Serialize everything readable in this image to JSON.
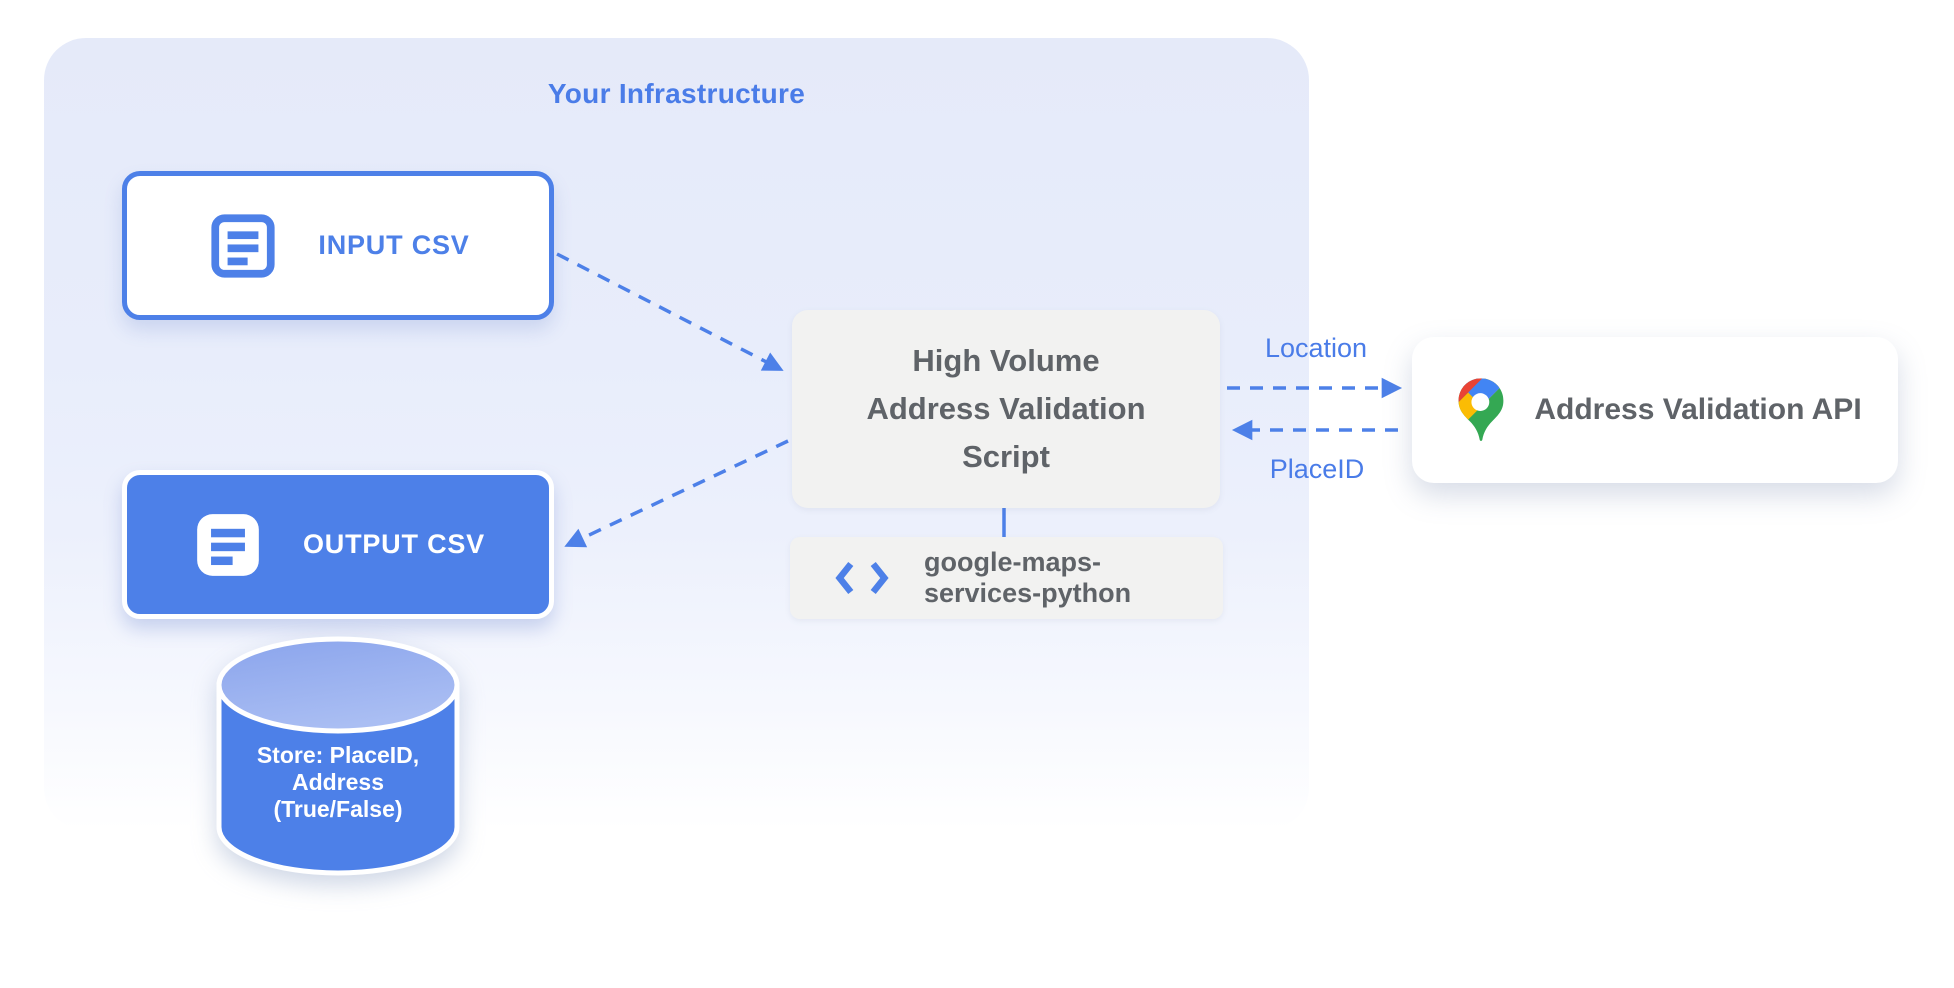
{
  "container": {
    "label": "Your Infrastructure"
  },
  "nodes": {
    "input_csv": {
      "label": "INPUT CSV"
    },
    "output_csv": {
      "label": "OUTPUT CSV"
    },
    "script": {
      "line1": "High Volume",
      "line2": "Address Validation",
      "line3": "Script"
    },
    "library": {
      "line1": "google-maps-",
      "line2": "services-python"
    },
    "api": {
      "label": "Address Validation API"
    },
    "datastore": {
      "line1": "Store: PlaceID,",
      "line2": "Address",
      "line3": "(True/False)"
    }
  },
  "edges": {
    "location_label": "Location",
    "placeid_label": "PlaceID"
  },
  "icons": {
    "input_csv": "document-icon",
    "output_csv": "document-icon",
    "library": "code-icon",
    "api": "google-maps-pin-icon"
  },
  "colors": {
    "accent_blue": "#4D80E8",
    "label_blue": "#4A7CE8",
    "text_gray": "#5F6368",
    "box_gray": "#F2F2F1",
    "container_lavender": "#E7ECFA",
    "cylinder_top_blue": "#93ABEF",
    "pin_blue": "#4285F4",
    "pin_red": "#EA4335",
    "pin_yellow": "#FBBC04",
    "pin_green": "#34A853"
  }
}
